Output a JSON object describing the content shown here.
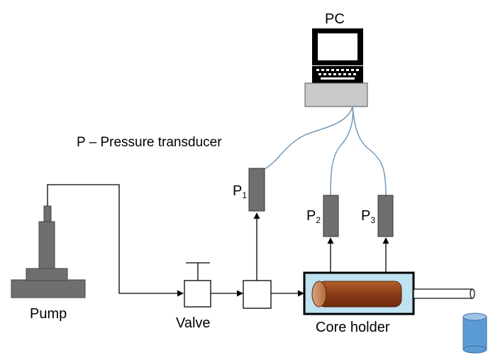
{
  "labels": {
    "pc": "PC",
    "legend": "P – Pressure transducer",
    "pump": "Pump",
    "valve": "Valve",
    "core_holder": "Core holder"
  },
  "transducers": [
    {
      "letter": "P",
      "index": "1"
    },
    {
      "letter": "P",
      "index": "2"
    },
    {
      "letter": "P",
      "index": "3"
    }
  ],
  "colors": {
    "line": "#000000",
    "cable": "#6b93b6",
    "transducer_fill": "#6f6f6f",
    "pump_fill": "#6f6f6f",
    "pc_base_fill": "#c9c9c9",
    "core_fill": "#8b3a16",
    "core_highlight": "#c8875b",
    "holder_fill": "#bfe3f0",
    "container_fill": "#5b9bd5"
  }
}
